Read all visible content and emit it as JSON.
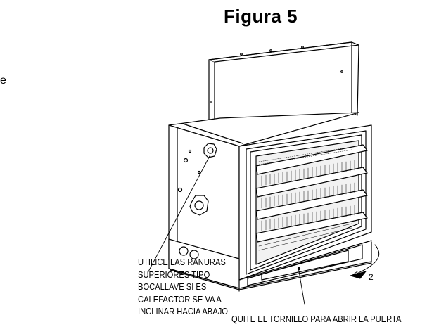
{
  "figure": {
    "title": "Figura 5",
    "stray_char": "e",
    "callout_bracket_lines": [
      "UTILICE LAS RANURAS",
      "SUPERIORES TIPO",
      "BOCALLAVE SI ES",
      "CALEFACTOR SE VA A",
      "INCLINAR HACIA ABAJO"
    ],
    "callout_screw": "QUITE EL TORNILLO PARA ABRIR LA PUERTA",
    "rotation_label": "2"
  },
  "icons": [
    "heater-unit-drawing",
    "mounting-bracket",
    "tilt-knob-icon",
    "louver-grille",
    "rotation-arrow-icon"
  ]
}
